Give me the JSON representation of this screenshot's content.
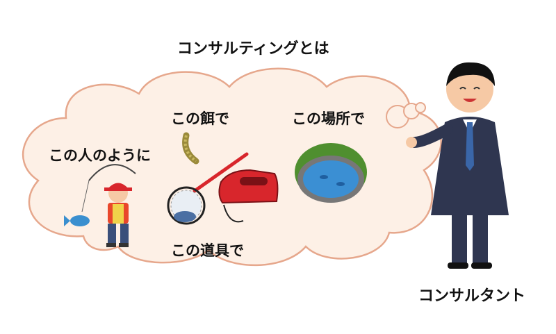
{
  "title": "コンサルティングとは",
  "labels": {
    "person": "この人のように",
    "bait": "この餌で",
    "place": "この場所で",
    "tools": "この道具で",
    "consultant": "コンサルタント"
  },
  "colors": {
    "bubble_fill": "#fdf0e6",
    "bubble_stroke": "#e6a78c",
    "suit": "#2f3650",
    "tie": "#3a66a8",
    "pond_water": "#3b8fd3",
    "tackle_red": "#d8262c"
  },
  "icons": [
    "fisherman-illustration",
    "worm-bait-icon",
    "landing-net-icon",
    "tackle-box-icon",
    "pond-icon",
    "consultant-figure",
    "thought-bubble"
  ]
}
